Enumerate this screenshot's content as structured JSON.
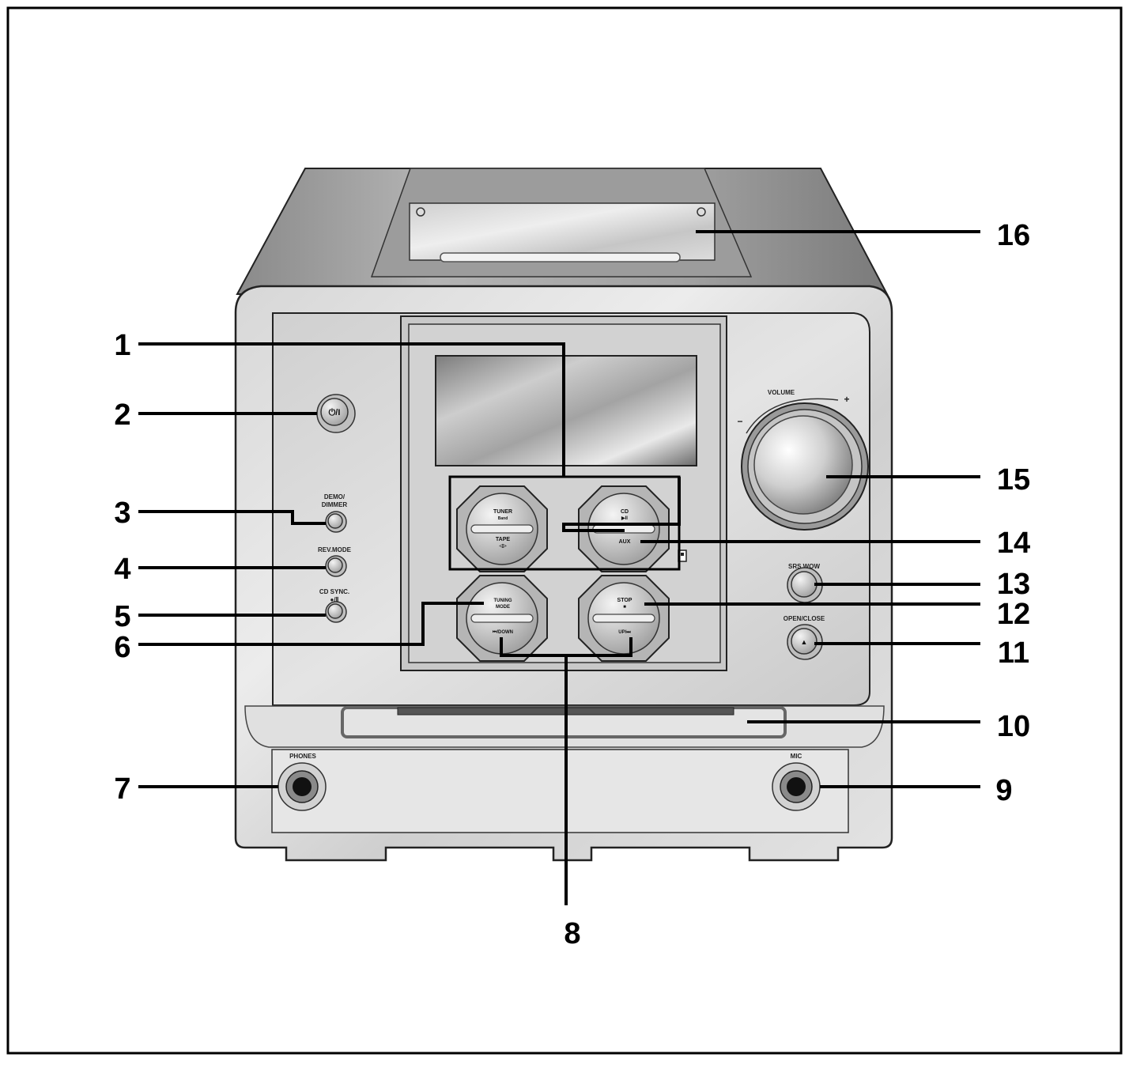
{
  "callouts": {
    "n1": "1",
    "n2": "2",
    "n3": "3",
    "n4": "4",
    "n5": "5",
    "n6": "6",
    "n7": "7",
    "n8": "8",
    "n9": "9",
    "n10": "10",
    "n11": "11",
    "n12": "12",
    "n13": "13",
    "n14": "14",
    "n15": "15",
    "n16": "16"
  },
  "labels": {
    "power": "⏻/I",
    "demo_dimmer_1": "DEMO/",
    "demo_dimmer_2": "DIMMER",
    "rev_mode": "REV.MODE",
    "cd_sync_1": "CD SYNC.",
    "cd_sync_2": "●/Ⅱ",
    "volume": "VOLUME",
    "vol_minus": "−",
    "vol_plus": "+",
    "srs_wow": "SRS WOW",
    "open_close": "OPEN/CLOSE",
    "phones": "PHONES",
    "mic": "MIC",
    "tuner": "TUNER",
    "band": "Band",
    "tape": "TAPE",
    "tape_sym": "◁▷",
    "cd": "CD",
    "cd_sym": "▶II",
    "aux": "AUX",
    "tuning": "TUNING",
    "mode": "MODE",
    "down": "⏮/DOWN",
    "stop": "STOP",
    "stop_sym": "■",
    "up": "UP/⏭",
    "eject_sym": "▲"
  }
}
